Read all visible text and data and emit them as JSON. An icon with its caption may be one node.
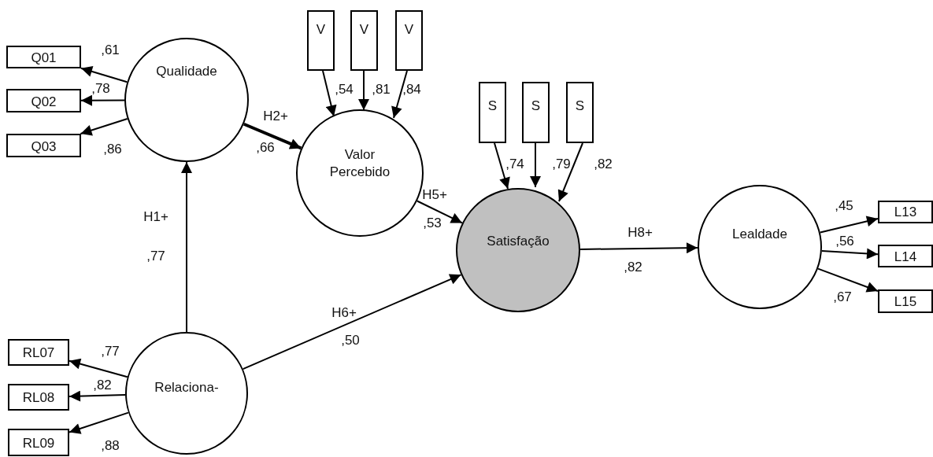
{
  "diagram": {
    "nodes": [
      {
        "text": [
          "Q01"
        ]
      },
      {
        "text": [
          "Q02"
        ]
      },
      {
        "text": [
          "Q03"
        ]
      },
      {
        "text": [
          "Qualidade"
        ]
      },
      {
        "text": [
          "V"
        ]
      },
      {
        "text": [
          "V"
        ]
      },
      {
        "text": [
          "V"
        ]
      },
      {
        "text": [
          "Valor Percebido"
        ]
      },
      {
        "text": [
          "S"
        ]
      },
      {
        "text": [
          "S"
        ]
      },
      {
        "text": [
          "S"
        ]
      },
      {
        "text": [
          "Satisfação"
        ]
      },
      {
        "text": [
          "Lealdade"
        ]
      },
      {
        "text": [
          "L13"
        ]
      },
      {
        "text": [
          "L14"
        ]
      },
      {
        "text": [
          "L15"
        ]
      },
      {
        "text": [
          "RL07"
        ]
      },
      {
        "text": [
          "RL08"
        ]
      },
      {
        "text": [
          "RL09"
        ]
      },
      {
        "text": [
          "Relaciona-"
        ]
      }
    ],
    "edges": [
      {
        "from": 3,
        "to": 0,
        "arrow": "to",
        "label": ",61"
      },
      {
        "from": 3,
        "to": 1,
        "arrow": "to",
        "label": ",78"
      },
      {
        "from": 3,
        "to": 2,
        "arrow": "to",
        "label": ",86"
      },
      {
        "from": 3,
        "to": 7,
        "arrow": "to",
        "label": "H2+",
        "style": "thick"
      },
      {
        "from": 4,
        "to": 7,
        "arrow": "to",
        "label": ",54"
      },
      {
        "from": 5,
        "to": 7,
        "arrow": "to",
        "label": ",81"
      },
      {
        "from": 6,
        "to": 7,
        "arrow": "to",
        "label": ",84"
      },
      {
        "from": 8,
        "to": 11,
        "arrow": "to",
        "label": ",74"
      },
      {
        "from": 9,
        "to": 11,
        "arrow": "to",
        "label": ",79"
      },
      {
        "from": 10,
        "to": 11,
        "arrow": "to",
        "label": ",82"
      },
      {
        "from": 7,
        "to": 11,
        "arrow": "to",
        "label": "H5+"
      },
      {
        "from": 19,
        "to": 3,
        "arrow": "to",
        "label": "H1+"
      },
      {
        "from": 19,
        "to": 11,
        "arrow": "to",
        "label": "H6+"
      },
      {
        "from": 11,
        "to": 12,
        "arrow": "to",
        "label": "H8+"
      },
      {
        "from": 12,
        "to": 13,
        "arrow": "to",
        "label": ",45"
      },
      {
        "from": 12,
        "to": 14,
        "arrow": "to",
        "label": ",56"
      },
      {
        "from": 12,
        "to": 15,
        "arrow": "to",
        "label": ",67"
      },
      {
        "from": 19,
        "to": 16,
        "arrow": "to",
        "label": ",77"
      },
      {
        "from": 19,
        "to": 17,
        "arrow": "to",
        "label": ",82"
      },
      {
        "from": 19,
        "to": 18,
        "arrow": "to",
        "label": ",88"
      }
    ],
    "labels": [
      ",66",
      ",77",
      ",53",
      ",50",
      ",82"
    ]
  }
}
